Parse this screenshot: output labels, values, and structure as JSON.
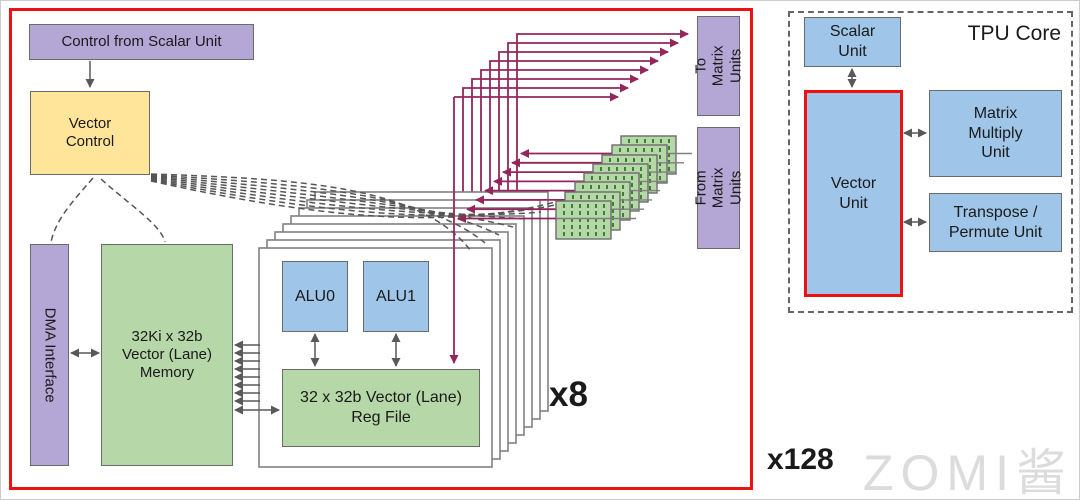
{
  "vector_unit_detail": {
    "control_from_scalar": "Control from Scalar Unit",
    "vector_control": "Vector\nControl",
    "dma_interface": "DMA Interface",
    "vector_memory": "32Ki x 32b\nVector (Lane)\nMemory",
    "alu0": "ALU0",
    "alu1": "ALU1",
    "reg_file": "32 x 32b Vector (Lane)\nReg File",
    "to_matrix_units": "To Matrix\nUnits",
    "from_matrix_units": "From Matrix\nUnits",
    "lane_multiplier": "x8",
    "unit_multiplier": "x128"
  },
  "tpu_core": {
    "title": "TPU Core",
    "scalar_unit": "Scalar\nUnit",
    "vector_unit": "Vector\nUnit",
    "matrix_multiply_unit": "Matrix\nMultiply\nUnit",
    "transpose_permute_unit": "Transpose /\nPermute Unit"
  },
  "watermark": "ZOMI酱",
  "colors": {
    "purple": "#b4a7d6",
    "yellow": "#ffe599",
    "green": "#b6d7a8",
    "blue": "#9fc5e8",
    "maroon_signal": "#93275c",
    "highlight_red": "#ee1111"
  }
}
